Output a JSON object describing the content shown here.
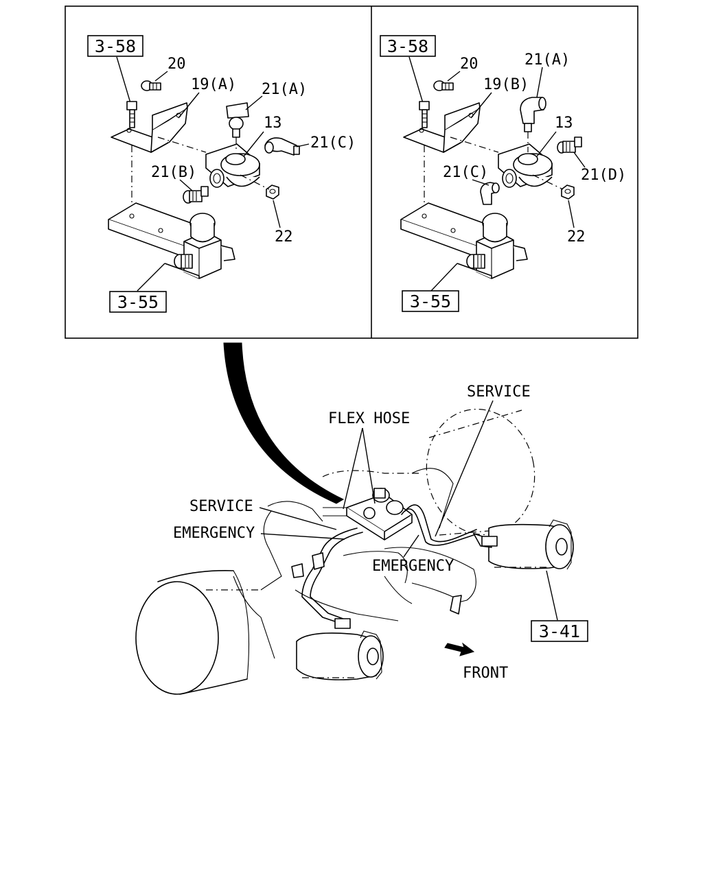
{
  "panel_left": {
    "ref_top": "3-58",
    "ref_bottom": "3-55",
    "callouts": {
      "bolt": "20",
      "bracket": "19(A)",
      "fitting_top": "21(A)",
      "valve": "13",
      "elbow": "21(C)",
      "fitting_side": "21(B)",
      "nut": "22"
    }
  },
  "panel_right": {
    "ref_top": "3-58",
    "ref_bottom": "3-55",
    "callouts": {
      "bolt": "20",
      "bracket": "19(B)",
      "fitting_top": "21(A)",
      "valve": "13",
      "fitting_side": "21(D)",
      "elbow": "21(C)",
      "nut": "22"
    }
  },
  "main_view": {
    "labels": {
      "service_top": "SERVICE",
      "flex_hose": "FLEX HOSE",
      "service_left": "SERVICE",
      "emergency_left": "EMERGENCY",
      "emergency_right": "EMERGENCY",
      "front": "FRONT"
    },
    "ref_chamber": "3-41"
  }
}
